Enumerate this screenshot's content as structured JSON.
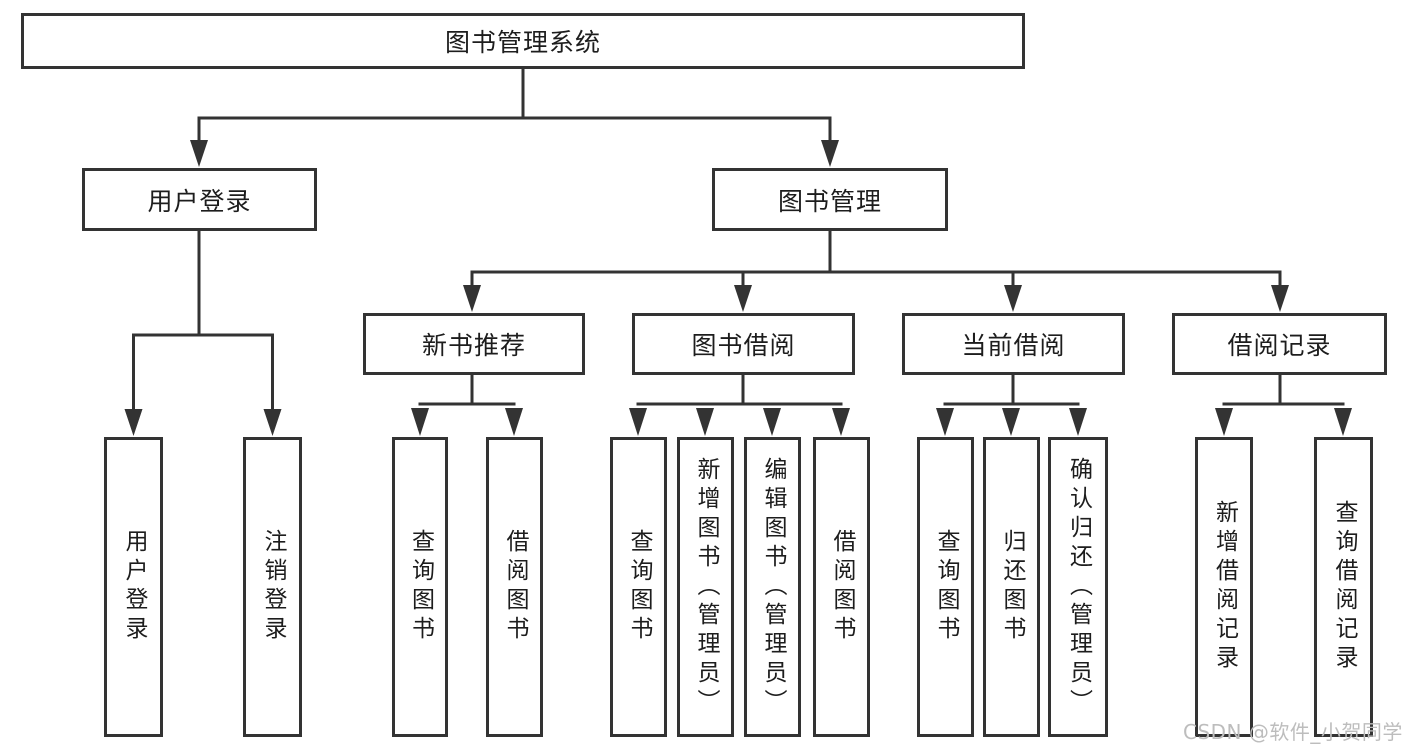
{
  "diagram": {
    "title": "图书管理系统",
    "nodes": {
      "root": "图书管理系统",
      "user_login": "用户登录",
      "book_mgmt": "图书管理",
      "new_book_rec": "新书推荐",
      "book_borrow": "图书借阅",
      "current_borrow": "当前借阅",
      "borrow_record": "借阅记录",
      "leaf_user_login": "用户登录",
      "leaf_logout": "注销登录",
      "leaf_query_book_a": "查询图书",
      "leaf_borrow_book_a": "借阅图书",
      "leaf_query_book_b": "查询图书",
      "leaf_add_book": "新增图书（管理员）",
      "leaf_edit_book": "编辑图书（管理员）",
      "leaf_borrow_book_b": "借阅图书",
      "leaf_query_book_c": "查询图书",
      "leaf_return_book": "归还图书",
      "leaf_confirm_return": "确认归还（管理员）",
      "leaf_add_borrow_record": "新增借阅记录",
      "leaf_query_borrow_record": "查询借阅记录"
    },
    "hierarchy": [
      {
        "parent": "图书管理系统",
        "children": [
          "用户登录",
          "图书管理"
        ]
      },
      {
        "parent": "用户登录",
        "children": [
          "用户登录",
          "注销登录"
        ]
      },
      {
        "parent": "图书管理",
        "children": [
          "新书推荐",
          "图书借阅",
          "当前借阅",
          "借阅记录"
        ]
      },
      {
        "parent": "新书推荐",
        "children": [
          "查询图书",
          "借阅图书"
        ]
      },
      {
        "parent": "图书借阅",
        "children": [
          "查询图书",
          "新增图书（管理员）",
          "编辑图书（管理员）",
          "借阅图书"
        ]
      },
      {
        "parent": "当前借阅",
        "children": [
          "查询图书",
          "归还图书",
          "确认归还（管理员）"
        ]
      },
      {
        "parent": "借阅记录",
        "children": [
          "新增借阅记录",
          "查询借阅记录"
        ]
      }
    ],
    "colors": {
      "line": "#333333",
      "box_border": "#333333",
      "box_background": "#ffffff",
      "text": "#1d1d1d",
      "watermark": "#bdbdbd",
      "background": "#ffffff"
    }
  },
  "watermark": "CSDN @软件_小贺同学"
}
